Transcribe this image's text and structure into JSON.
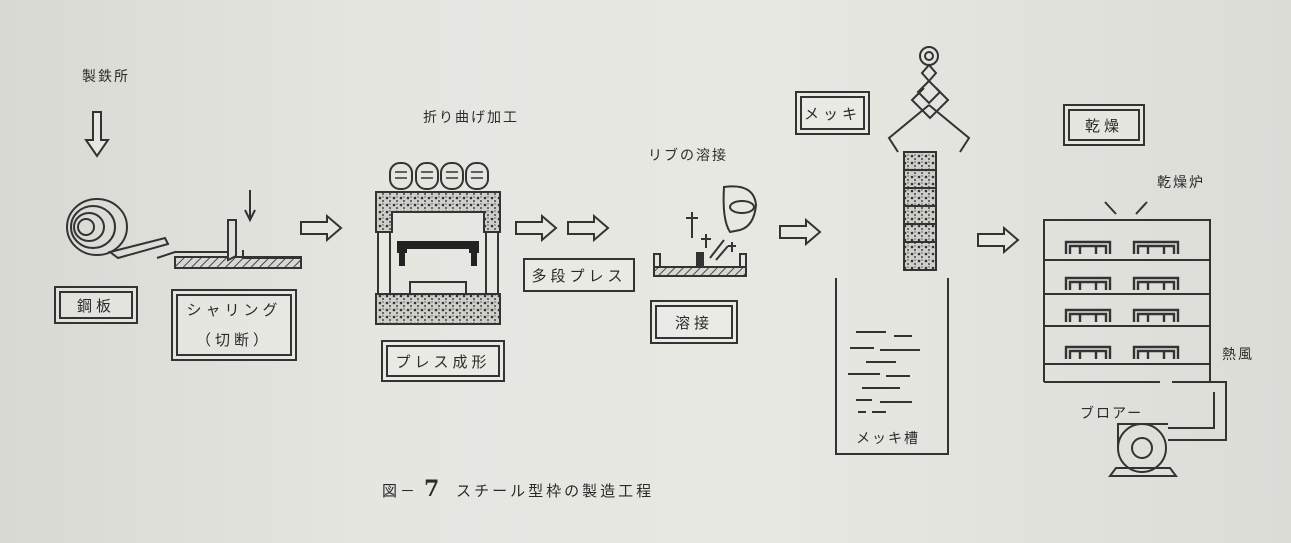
{
  "labels": {
    "steel_mill": "製鉄所",
    "bending": "折り曲げ加工",
    "rib_welding": "リブの溶接",
    "drying_furnace": "乾燥炉",
    "hot_air": "熱風",
    "blower": "ブロアー",
    "plating_tank": "メッキ槽"
  },
  "boxes": {
    "steel_plate": "鋼板",
    "shearing_line1": "シャリング",
    "shearing_line2": "（切断）",
    "press_forming": "プレス成形",
    "multistage_press": "多段プレス",
    "welding": "溶接",
    "plating": "メッキ",
    "drying": "乾燥"
  },
  "caption": {
    "prefix": "図－",
    "number": "7",
    "title": "スチール型枠の製造工程"
  },
  "colors": {
    "ink": "#333333",
    "paper": "#e6e6e1",
    "hatch": "#555555"
  }
}
